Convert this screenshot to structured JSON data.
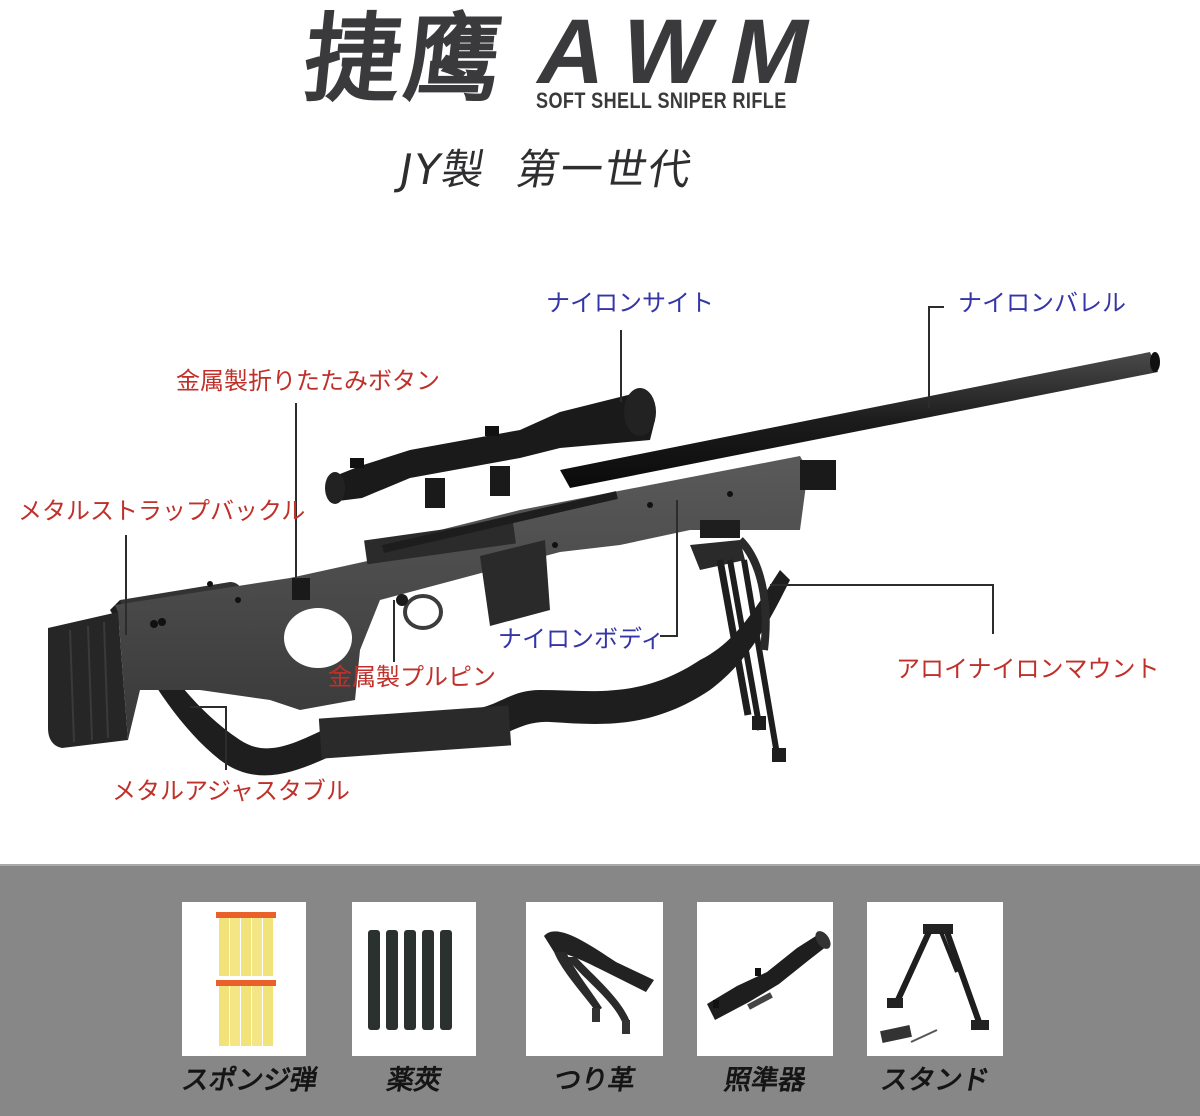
{
  "header": {
    "title_chinese": "捷鹰",
    "title_model": "AWM",
    "title_subtitle": "SOFT SHELL SNIPER RIFLE",
    "tagline": "JY製  第一世代"
  },
  "colors": {
    "title_text": "#3a3a3c",
    "label_red": "#c0302a",
    "label_blue": "#3535a8",
    "band_gray": "#878787",
    "dart_yellow": "#f2e27a",
    "dart_tip_orange": "#e8602a"
  },
  "callouts": {
    "scope": "ナイロンサイト",
    "barrel": "ナイロンバレル",
    "folding_button": "金属製折りたたみボタン",
    "strap_buckle": "メタルストラップバックル",
    "body": "ナイロンボディ",
    "pull_pin": "金属製プルピン",
    "bipod_mount": "アロイナイロンマウント",
    "adjustable": "メタルアジャスタブル"
  },
  "accessories": [
    {
      "label": "スポンジ弾",
      "icon": "foam-darts-icon"
    },
    {
      "label": "薬莢",
      "icon": "shell-casings-icon"
    },
    {
      "label": "つり革",
      "icon": "sling-strap-icon"
    },
    {
      "label": "照準器",
      "icon": "scope-icon"
    },
    {
      "label": "スタンド",
      "icon": "bipod-icon"
    }
  ]
}
